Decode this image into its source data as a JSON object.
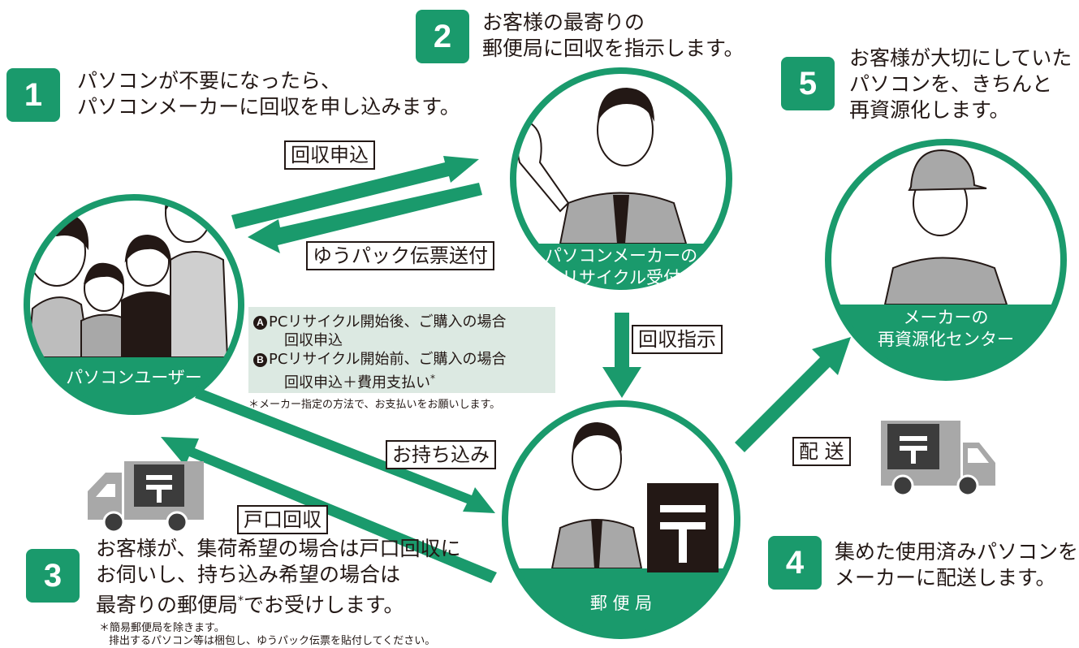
{
  "steps": {
    "s1": {
      "num": "1",
      "line1": "パソコンが不要になったら、",
      "line2": "パソコンメーカーに回収を申し込みます。"
    },
    "s2": {
      "num": "2",
      "line1": "お客様の最寄りの",
      "line2": "郵便局に回収を指示します。"
    },
    "s3": {
      "num": "3",
      "line1": "お客様が、集荷希望の場合は戸口回収に",
      "line2": "お伺いし、持ち込み希望の場合は",
      "line3": "最寄りの郵便局",
      "line3_mark": "*",
      "line3_end": "でお受けします。"
    },
    "s4": {
      "num": "4",
      "line1": "集めた使用済みパソコンを",
      "line2": "メーカーに配送します。"
    },
    "s5": {
      "num": "5",
      "line1": "お客様が大切にしていた",
      "line2": "パソコンを、きちんと",
      "line3": "再資源化します。"
    }
  },
  "circles": {
    "user": {
      "label": "パソコンユーザー"
    },
    "maker": {
      "line1": "パソコンメーカーの",
      "line2": "リサイクル受付"
    },
    "center": {
      "line1": "メーカーの",
      "line2": "再資源化センター"
    },
    "post": {
      "label": "郵 便 局"
    }
  },
  "arrow_labels": {
    "apply": "回収申込",
    "slip": "ゆうパック伝票送付",
    "instruct": "回収指示",
    "bring": "お持ち込み",
    "door": "戸口回収",
    "ship": "配 送"
  },
  "note": {
    "a_mark": "A",
    "a_line1": "PCリサイクル開始後、ご購入の場合",
    "a_line2": "回収申込",
    "b_mark": "B",
    "b_line1": "PCリサイクル開始前、ご購入の場合",
    "b_line2": "回収申込＋費用支払い",
    "b_line2_mark": "*",
    "footnote": "＊メーカー指定の方法で、お支払いをお願いします。"
  },
  "footnotes": {
    "line1": "＊簡易郵便局を除きます。",
    "line2": "排出するパソコン等は梱包し、ゆうパック伝票を貼付してください。"
  },
  "colors": {
    "green": "#1a9a6c",
    "gray": "#a8a8a8",
    "dark": "#231815",
    "note_bg": "#dce9e2"
  }
}
